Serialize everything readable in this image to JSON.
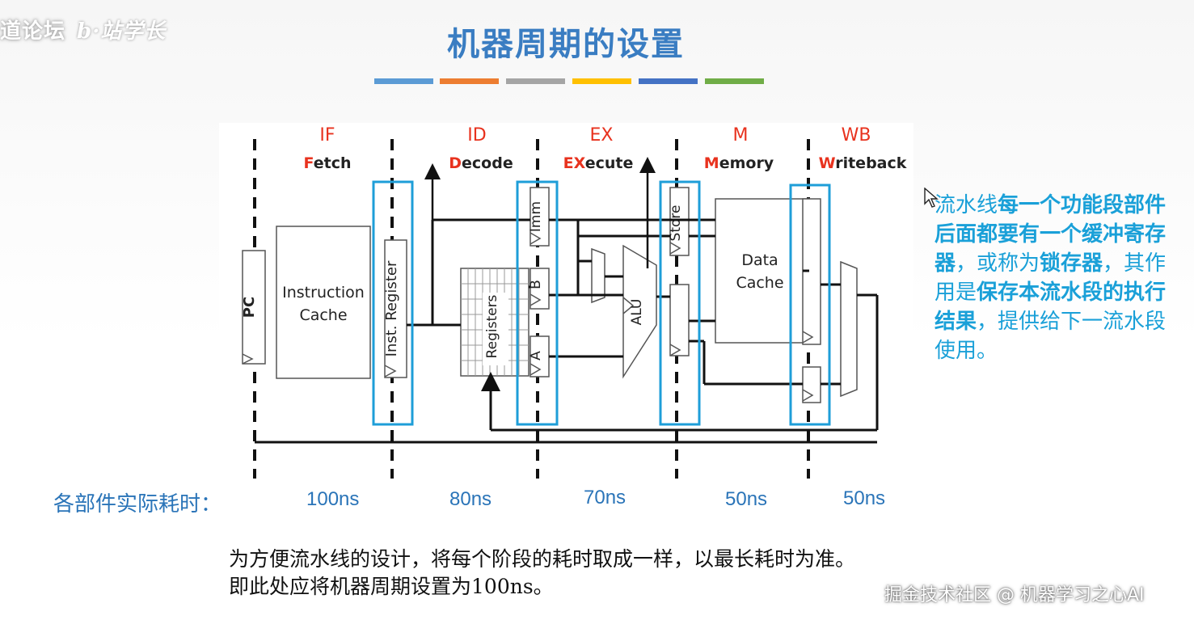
{
  "watermark_top_left": "道论坛",
  "watermark_scribble": "b·站学长",
  "title": "机器周期的设置",
  "title_bar_colors": [
    "#5b9bd5",
    "#ed7d31",
    "#a5a5a5",
    "#ffc000",
    "#4472c4",
    "#70ad47"
  ],
  "stages": [
    {
      "abbr": "IF",
      "first_letter": "F",
      "rest": "etch"
    },
    {
      "abbr": "ID",
      "first_letter": "D",
      "rest": "ecode"
    },
    {
      "abbr": "EX",
      "first_letter": "EX",
      "rest": "ecute"
    },
    {
      "abbr": "M",
      "first_letter": "M",
      "rest": "emory"
    },
    {
      "abbr": "WB",
      "first_letter": "W",
      "rest": "riteback"
    }
  ],
  "components": {
    "pc": "PC",
    "instruction_cache_line1": "Instruction",
    "instruction_cache_line2": "Cache",
    "inst_register": "Inst. Register",
    "registers": "Registers",
    "imm": "Imm",
    "b": "B",
    "a": "A",
    "alu": "ALU",
    "store": "Store",
    "data_cache_line1": "Data",
    "data_cache_line2": "Cache"
  },
  "side_note": {
    "p1": "流水线",
    "b1": "每一个功能段部件后面都要有一个缓冲寄存器",
    "p2": "，或称为",
    "b2": "锁存器",
    "p3": "，其作用是",
    "b3": "保存本流水段的执行结果",
    "p4": "，提供给下一流水段使用。"
  },
  "timing_caption": "各部件实际耗时：",
  "timings": [
    "100ns",
    "80ns",
    "70ns",
    "50ns",
    "50ns"
  ],
  "bottom_line1": "为方便流水线的设计，将每个阶段的耗时取成一样，以最长耗时为准。",
  "bottom_line2": "即此处应将机器周期设置为100ns。",
  "footer_watermark": "掘金技术社区 @ 机器学习之心AI",
  "colors": {
    "title": "#3a7dc2",
    "stage_label": "#e8321e",
    "latch_frame": "#1e9ed8",
    "note": "#1aa0d8",
    "timing": "#2a74b8"
  }
}
